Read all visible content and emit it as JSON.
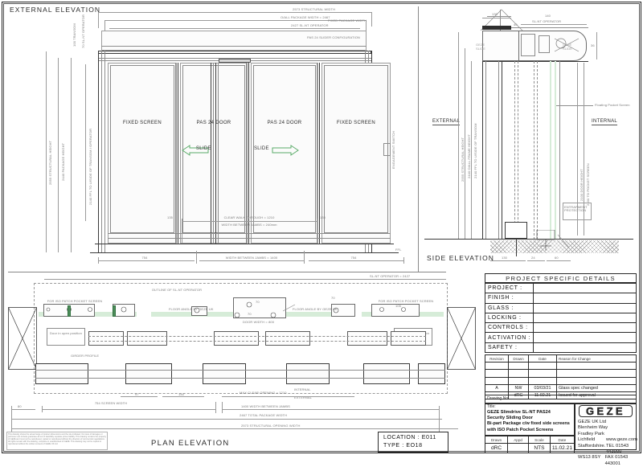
{
  "sheet": {
    "external_elevation_label": "EXTERNAL ELEVATION",
    "side_elevation_label": "SIDE ELEVATION",
    "plan_elevation_label": "PLAN ELEVATION",
    "external_label": "EXTERNAL",
    "internal_label": "INTERNAL",
    "disclaimer": "This drawing shows the actual range of product dimensions and the site indicated. No route of damages or perimeter can include guarantee all out of feasibility separate prices liability. This drawing remains the property of GEZE and must not be reproduced, copied or reproduced without the direction of commercial negotiations. All rights remain with the drawing, complete or unauthorised of GEZE. This drawing may not be copied or reproduced without the written consent of GEZE UK Ltd."
  },
  "elevation": {
    "top_dims": [
      "2573 STRUCTURAL WIDTH",
      "O/ALL PACKAGE WIDTH = 2467",
      "2427 SL-NT OPERATOR"
    ],
    "top_small_dims": [
      "50",
      "1490",
      "88",
      "78",
      "78"
    ],
    "left_dims": [
      "2555 STRUCTURAL HEIGHT",
      "2440 PACKAGE HEIGHT",
      "2140 FFL TO U/SIDE OF TRANSOM / OPERATOR"
    ],
    "top_left_dims": [
      "100 TRANSOM",
      "70 SL-NT OPERATOR"
    ],
    "panels": [
      {
        "label": "FIXED SCREEN",
        "slide": ""
      },
      {
        "label": "PAS 24 DOOR",
        "slide": "SLIDE",
        "dir": "left"
      },
      {
        "label": "PAS 24 DOOR",
        "slide": "SLIDE",
        "dir": "right"
      },
      {
        "label": "FIXED SCREEN",
        "slide": ""
      }
    ],
    "clear_walk": "CLEAR WALK THROUGH = 1210",
    "jamb_note": "WIDTH BETWEEN JAMBS = 240mm",
    "jamb_offsets": [
      "135",
      "135"
    ],
    "bottom_dims": [
      "754",
      "WIDTH BETWEEN JAMBS = 1400",
      "754"
    ],
    "notes": [
      "PAS 24 SLIDER CONFIGURATION",
      "FIXED PACKAGE WIDTH",
      "ENGAGEMENT SWITCH",
      "FFL"
    ]
  },
  "side_elevation": {
    "top_dims": [
      "130",
      "140",
      "SL-NT OPERATOR",
      "40"
    ],
    "left_dims": [
      "2555 STRUCTURAL HEIGHT",
      "2440 O/ALL FRAME HEIGHT",
      "2140 FFL TO U/SIDE OF TRANSOM"
    ],
    "right_dims": [
      "2100 DOOR HEIGHT",
      "2330 TO POCKET SCREEN"
    ],
    "pocket_note": "Floating Pocket Screen",
    "sill_note": "ENTRAPMENT PROTECTION",
    "floor_dims": [
      "130",
      "24",
      "60"
    ],
    "small_dims": [
      "65",
      "36",
      "48",
      "22",
      "70",
      "55",
      "28"
    ]
  },
  "plan": {
    "top_dim": "SL-NT OPERATOR = 2427",
    "outline_note": "OUTLINE OF SL-NT OPERATOR",
    "door_width": "DOOR WIDTH = 800",
    "labels": [
      "FOR ISO PATCH POCKET SCREEN",
      "FLOOR ANGLE BY GEZE UK",
      "FLOOR ANGLE BY GEZE UK",
      "FOR ISO PATCH POCKET SCREEN",
      "GIRDER PROFILE",
      "Door in open position",
      "Door in open position",
      "EXTERNAL",
      "INTERNAL"
    ],
    "small_dims": [
      "70",
      "70",
      "105",
      "97",
      "150",
      "70",
      "88",
      "88"
    ],
    "bottom_dims": [
      "MAX CLEAR OPENING = 1210",
      "1400 WIDTH BETWEEN JAMBS",
      "2467 TOTAL PACKAGE WIDTH",
      "2573 STRUCTURAL OPENING WIDTH"
    ],
    "screen_width_left": "754 SCREEN WIDTH",
    "screen_width_right": "754 SCREEN WIDTH",
    "edge_dim": "80"
  },
  "project_details": {
    "heading": "PROJECT SPECIFIC DETAILS",
    "rows": [
      {
        "label": "PROJECT :",
        "value": ""
      },
      {
        "label": "FINISH :",
        "value": ""
      },
      {
        "label": "GLASS :",
        "value": ""
      },
      {
        "label": "LOCKING :",
        "value": ""
      },
      {
        "label": "CONTROLS :",
        "value": ""
      },
      {
        "label": "ACTIVATION :",
        "value": ""
      },
      {
        "label": "SAFETY :",
        "value": ""
      }
    ]
  },
  "revisions": {
    "headers": [
      "Revision",
      "Drawn",
      "Date",
      "Reason for Change"
    ],
    "rows": [
      {
        "revision": "",
        "drawn": "",
        "date": "",
        "reason": ""
      },
      {
        "revision": "",
        "drawn": "",
        "date": "",
        "reason": ""
      },
      {
        "revision": "",
        "drawn": "",
        "date": "",
        "reason": ""
      },
      {
        "revision": "A",
        "drawn": "NW",
        "date": "03/03/21",
        "reason": "Glass spec changed"
      },
      {
        "revision": "-",
        "drawn": "dRC",
        "date": "11.02.21",
        "reason": "Issued for approval"
      }
    ]
  },
  "title_block": {
    "drawing_no_label": "Drawing No.",
    "drawing_no_value": "",
    "title_label": "Title:",
    "title_lines": [
      "GEZE Slimdrive SL-NT PAS24",
      "Security Sliding Door",
      "Bi-part Package c/w fixed side screens",
      "with ISO Patch Pocket Screens"
    ],
    "fields": [
      {
        "label": "Drawn",
        "value": "dRC"
      },
      {
        "label": "Appd",
        "value": ""
      },
      {
        "label": "Scale",
        "value": "NTS"
      },
      {
        "label": "Date",
        "value": "11.02.21"
      }
    ],
    "logo_text": "GEZE",
    "company": {
      "name": "GEZE UK Ltd",
      "line1": "Blenheim Way",
      "line2": "Fradley Park",
      "line3": "Lichfield",
      "line4": "Staffordshire.",
      "line5": "WS13 8SY",
      "web": "www.geze.com",
      "tel": "TEL 01543 443000",
      "fax": "FAX 01543 443001"
    }
  },
  "location_box": {
    "location": "LOCATION : E011",
    "type": "TYPE : EO18"
  }
}
